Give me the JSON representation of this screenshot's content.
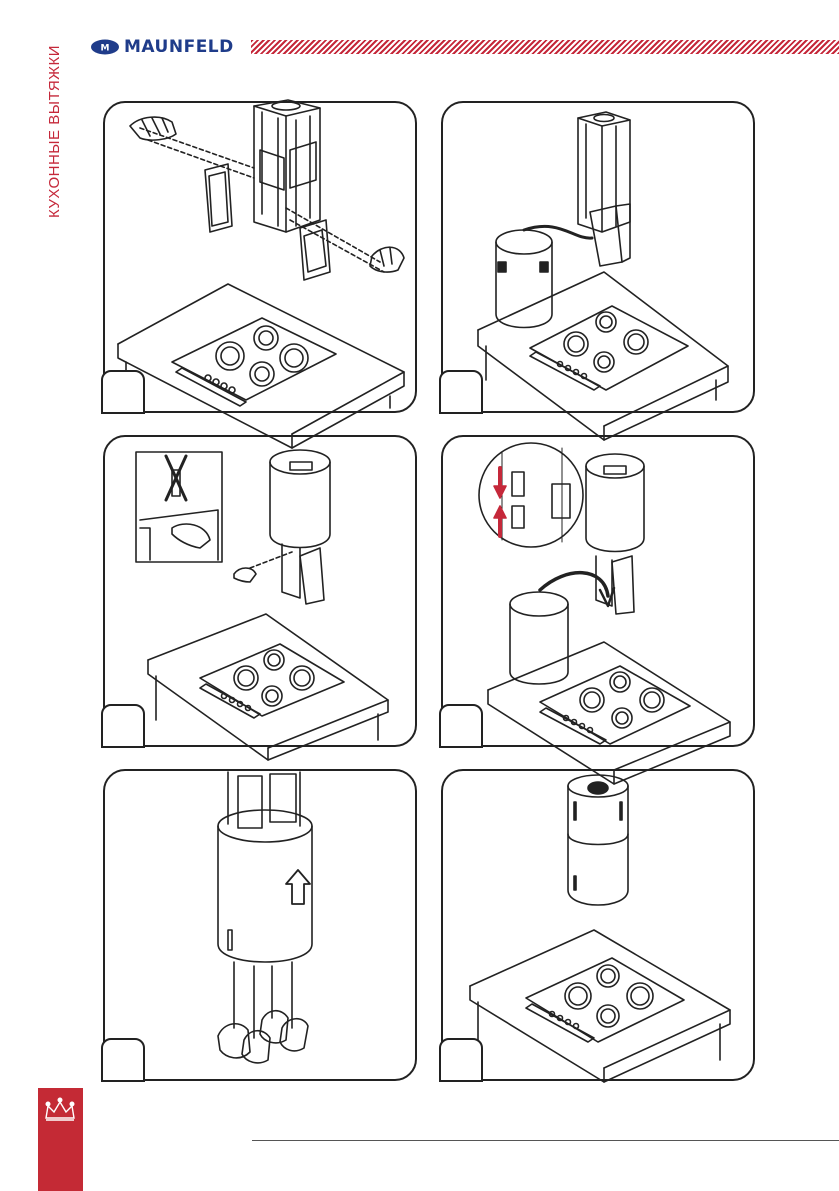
{
  "header": {
    "side_title": "КУХОННЫЕ ВЫТЯЖКИ",
    "brand": "MAUNFELD"
  },
  "colors": {
    "brand_red": "#c5283a",
    "brand_blue": "#1f3c8a",
    "line": "#222222"
  },
  "steps": [
    {
      "icon": "hood-frame-assembly-illustration"
    },
    {
      "icon": "connect-cable-illustration"
    },
    {
      "icon": "attach-casing-screws-illustration"
    },
    {
      "icon": "plug-connector-illustration"
    },
    {
      "icon": "slide-cylinder-up-illustration"
    },
    {
      "icon": "installed-hood-illustration"
    }
  ],
  "footer": {
    "icon": "crown-emblem-icon"
  }
}
